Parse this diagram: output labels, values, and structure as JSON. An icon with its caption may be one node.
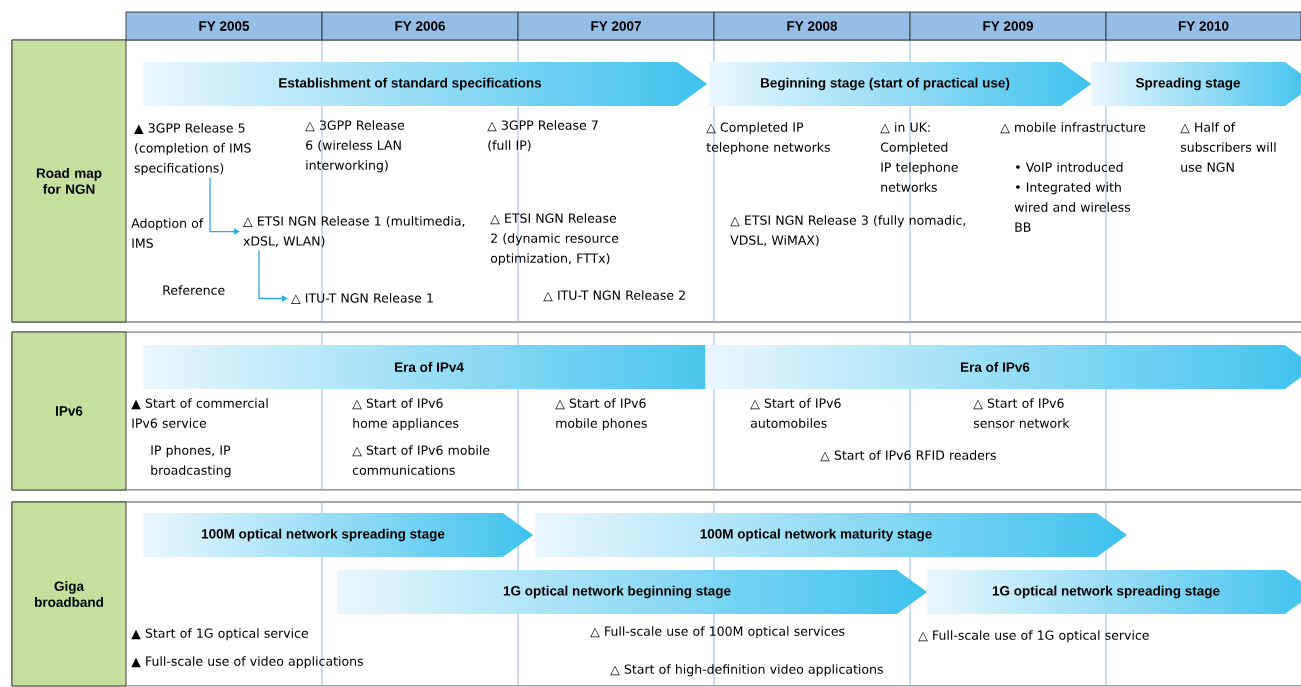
{
  "diagram": {
    "nodes": [
      {
        "text": [
          "FY 2005"
        ]
      },
      {
        "text": [
          "FY 2006"
        ]
      },
      {
        "text": [
          "FY 2007"
        ]
      },
      {
        "text": [
          "FY 2008"
        ]
      },
      {
        "text": [
          "FY 2009"
        ]
      },
      {
        "text": [
          "FY 2010"
        ]
      },
      {
        "text": [
          "Road map for NGN"
        ]
      },
      {
        "text": [
          "Establishment of standard specifications"
        ]
      },
      {
        "text": [
          "Beginning stage (start of practical use)"
        ]
      },
      {
        "text": [
          "Spreading stage"
        ]
      },
      {
        "text": [
          "▲ 3GPP Release 5 (completion of IMS specifications)"
        ]
      },
      {
        "text": [
          "△ ETSI NGN Release 1 (multimedia, xDSL, WLAN)"
        ]
      },
      {
        "text": [
          "△ ITU-T NGN Release 1"
        ]
      },
      {
        "text": [
          "IPv6"
        ]
      },
      {
        "text": [
          "Era of IPv4"
        ]
      },
      {
        "text": [
          "Era of IPv6"
        ]
      },
      {
        "text": [
          "Giga broadband"
        ]
      },
      {
        "text": [
          "100M optical network spreading stage"
        ]
      },
      {
        "text": [
          "100M optical network maturity stage"
        ]
      },
      {
        "text": [
          "1G optical network beginning stage"
        ]
      },
      {
        "text": [
          "1G optical network spreading stage"
        ]
      }
    ],
    "edges": [
      {
        "from": 10,
        "to": 11,
        "arrow": "to",
        "label": "Adoption of IMS"
      },
      {
        "from": 11,
        "to": 12,
        "arrow": "to",
        "label": "Reference"
      }
    ],
    "labels": [
      "△ 3GPP Release 6 (wireless LAN interworking)",
      "△ 3GPP Release 7 (full IP)",
      "△ Completed IP telephone networks",
      "△ in UK: Completed IP telephone networks",
      "△ mobile infrastructure",
      "• VoIP introduced",
      "• Integrated with wired and wireless BB",
      "△ Half of subscribers will use NGN",
      "△ ETSI NGN Release 2 (dynamic resource optimization, FTTx)",
      "△ ETSI NGN Release 3 (fully nomadic, VDSL, WiMAX)",
      "△ ITU-T NGN Release 2",
      "▲ Start of commercial IPv6 service",
      "△ Start of IPv6 home appliances",
      "△ Start of IPv6 mobile phones",
      "△ Start of IPv6 automobiles",
      "△ Start of IPv6 sensor network",
      "IP phones, IP broadcasting",
      "△ Start of IPv6 mobile communications",
      "△ Start of IPv6 RFID readers",
      "▲ Start of 1G optical service",
      "△ Full-scale use of 100M optical services",
      "△ Full-scale use of 1G optical service",
      "▲ Full-scale use of video applications",
      "△ Start of high-definition video applications"
    ]
  }
}
